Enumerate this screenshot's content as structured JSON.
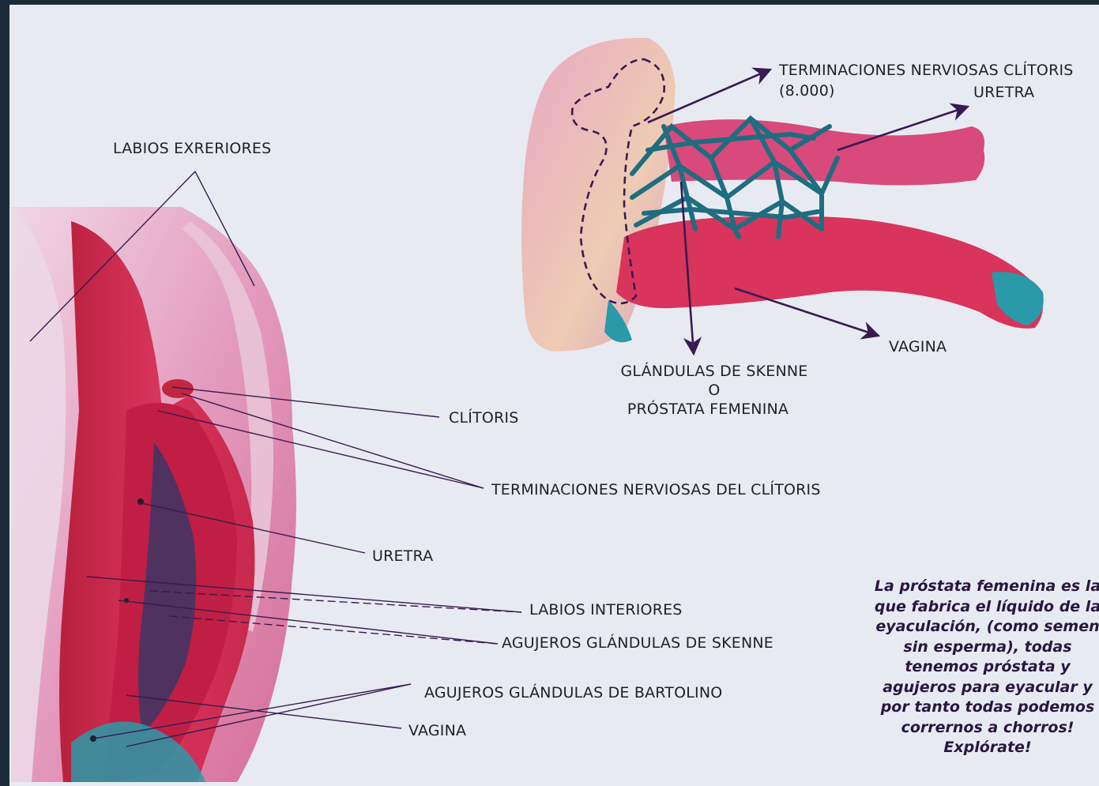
{
  "colors": {
    "frame": "#1c2b3a",
    "background": "#e7ebf1",
    "pointer": "#3a1a52",
    "tissue_pink": "#d85a86",
    "tissue_red": "#d8345c",
    "teal_network": "#1e6d80"
  },
  "left_specimen": {
    "labels": {
      "labios_exteriores": "LABIOS EXRERIORES",
      "clitoris": "CLÍTORIS",
      "terminaciones": "TERMINACIONES NERVIOSAS DEL CLÍTORIS",
      "uretra": "URETRA",
      "labios_interiores": "LABIOS INTERIORES",
      "agujeros_skenne": "AGUJEROS GLÁNDULAS DE SKENNE",
      "agujeros_bartolino": "AGUJEROS GLÁNDULAS DE BARTOLINO",
      "vagina": "VAGINA"
    }
  },
  "right_specimen": {
    "labels": {
      "terminaciones_line1": "TERMINACIONES NERVIOSAS CLÍTORIS",
      "terminaciones_line2": "(8.000)",
      "uretra": "URETRA",
      "vagina": "VAGINA",
      "skenne_line1": "GLÁNDULAS DE SKENNE",
      "skenne_line2": "O",
      "skenne_line3": "PRÓSTATA FEMENINA"
    }
  },
  "note": {
    "lines": [
      "La próstata femenina es la",
      "que fabrica el líquido de la",
      "eyaculación, (como semen",
      "sin esperma), todas",
      "tenemos próstata y",
      "agujeros para eyacular y",
      "por tanto todas podemos",
      "corrernos a chorros!",
      "Explórate!"
    ]
  }
}
